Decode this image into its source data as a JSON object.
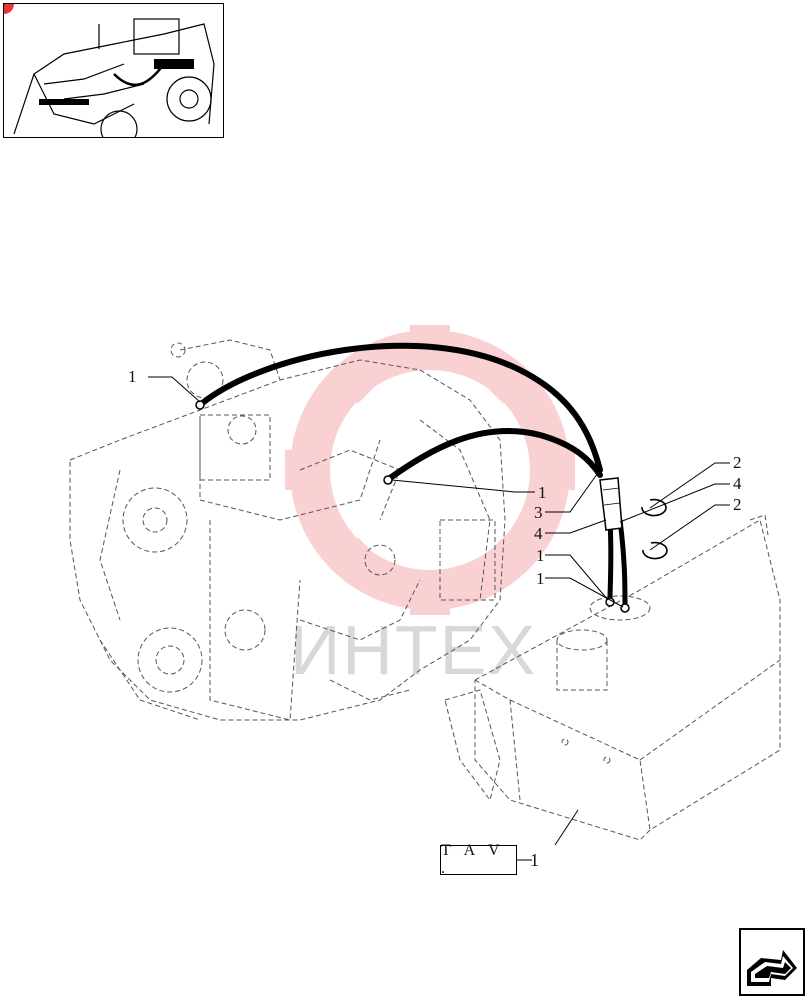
{
  "callouts": {
    "c_1a": "1",
    "c_1b": "1",
    "c_3": "3",
    "c_4a": "4",
    "c_1c": "1",
    "c_1d": "1",
    "c_2a": "2",
    "c_4b": "4",
    "c_2b": "2"
  },
  "reference": {
    "box_label": "T A V .",
    "number": "1"
  },
  "watermark": {
    "text": "ИНТЕХ",
    "color": "#e8343a"
  },
  "icons": {
    "thumbnail": "tractor-loader-thumbnail",
    "nav": "next-page-arrow-icon"
  }
}
